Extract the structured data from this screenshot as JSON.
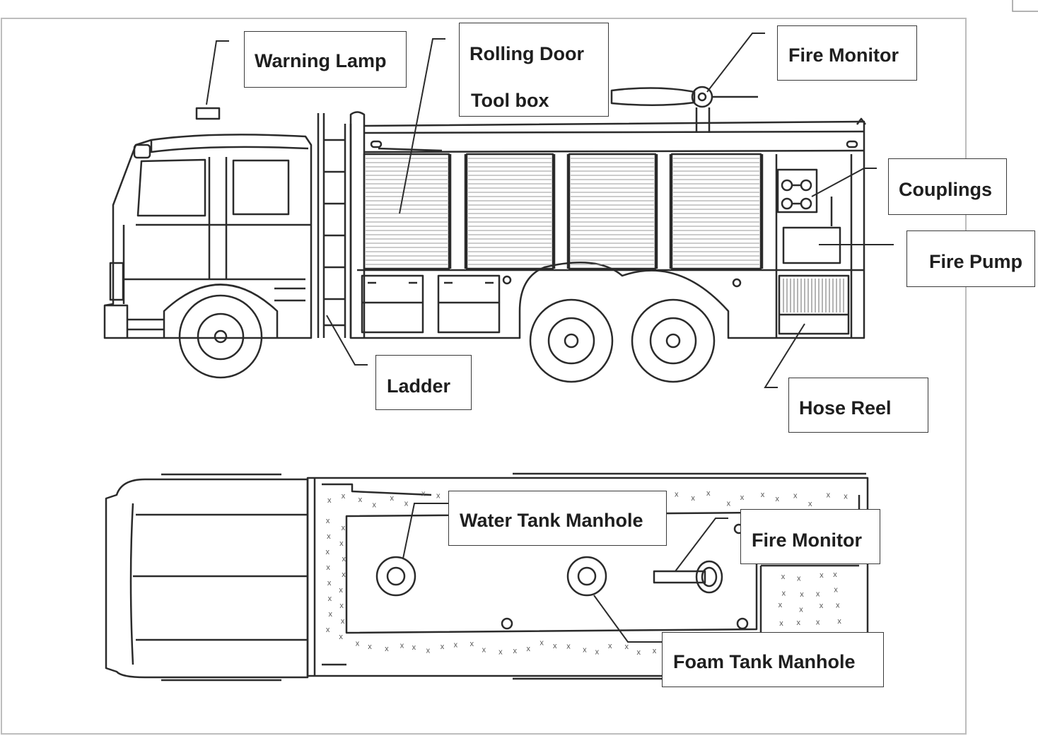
{
  "labels": {
    "warning_lamp": "Warning Lamp",
    "rolling_door": "Rolling Door",
    "tool_box": "Tool box",
    "fire_monitor_side": "Fire Monitor",
    "couplings": "Couplings",
    "fire_pump": "Fire Pump",
    "ladder": "Ladder",
    "hose_reel": "Hose Reel",
    "water_tank_manhole": "Water Tank Manhole",
    "fire_monitor_top": "Fire Monitor",
    "foam_tank_manhole": "Foam Tank Manhole"
  },
  "colors": {
    "line": "#2b2b2b",
    "shutter": "#9a9a9a",
    "foam_mark": "#555555"
  }
}
